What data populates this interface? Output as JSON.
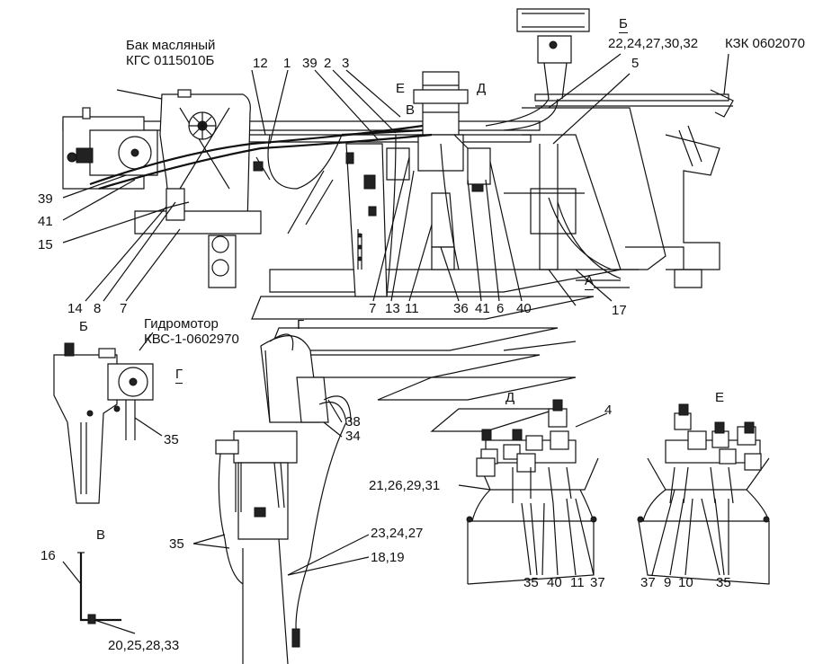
{
  "titles": {
    "oil_tank_name": "Бак масляный",
    "oil_tank_code": "КГС 0115010Б",
    "hydromotor_name": "Гидромотор",
    "hydromotor_code": "КВС-1-0602970",
    "kzk_code": "КЗК 0602070"
  },
  "view_letters": {
    "b_top": "Б",
    "b_left": "Б",
    "g_left": "Г",
    "g_mid": "Г",
    "e_top": "Е",
    "d_top": "Д",
    "v_top": "В",
    "v_view": "В",
    "a_mark": "А",
    "d_view": "Д",
    "e_view": "Е"
  },
  "callouts": {
    "c12": "12",
    "c1": "1",
    "c39a": "39",
    "c2": "2",
    "c3": "3",
    "c22": "22,24,27,30,32",
    "c5": "5",
    "c39b": "39",
    "c41a": "41",
    "c15": "15",
    "c14": "14",
    "c8": "8",
    "c7a": "7",
    "c7b": "7",
    "c13": "13",
    "c11a": "11",
    "c36": "36",
    "c41b": "41",
    "c6": "6",
    "c40a": "40",
    "c17": "17",
    "c35a": "35",
    "c38": "38",
    "c34": "34",
    "c4": "4",
    "c21": "21,26,29,31",
    "c35b": "35",
    "c23": "23,24,27",
    "c18": "18,19",
    "c16": "16",
    "c20": "20,25,28,33",
    "c35c": "35",
    "c40b": "40",
    "c11b": "11",
    "c37a": "37",
    "c37b": "37",
    "c9": "9",
    "c10": "10",
    "c35d": "35"
  }
}
